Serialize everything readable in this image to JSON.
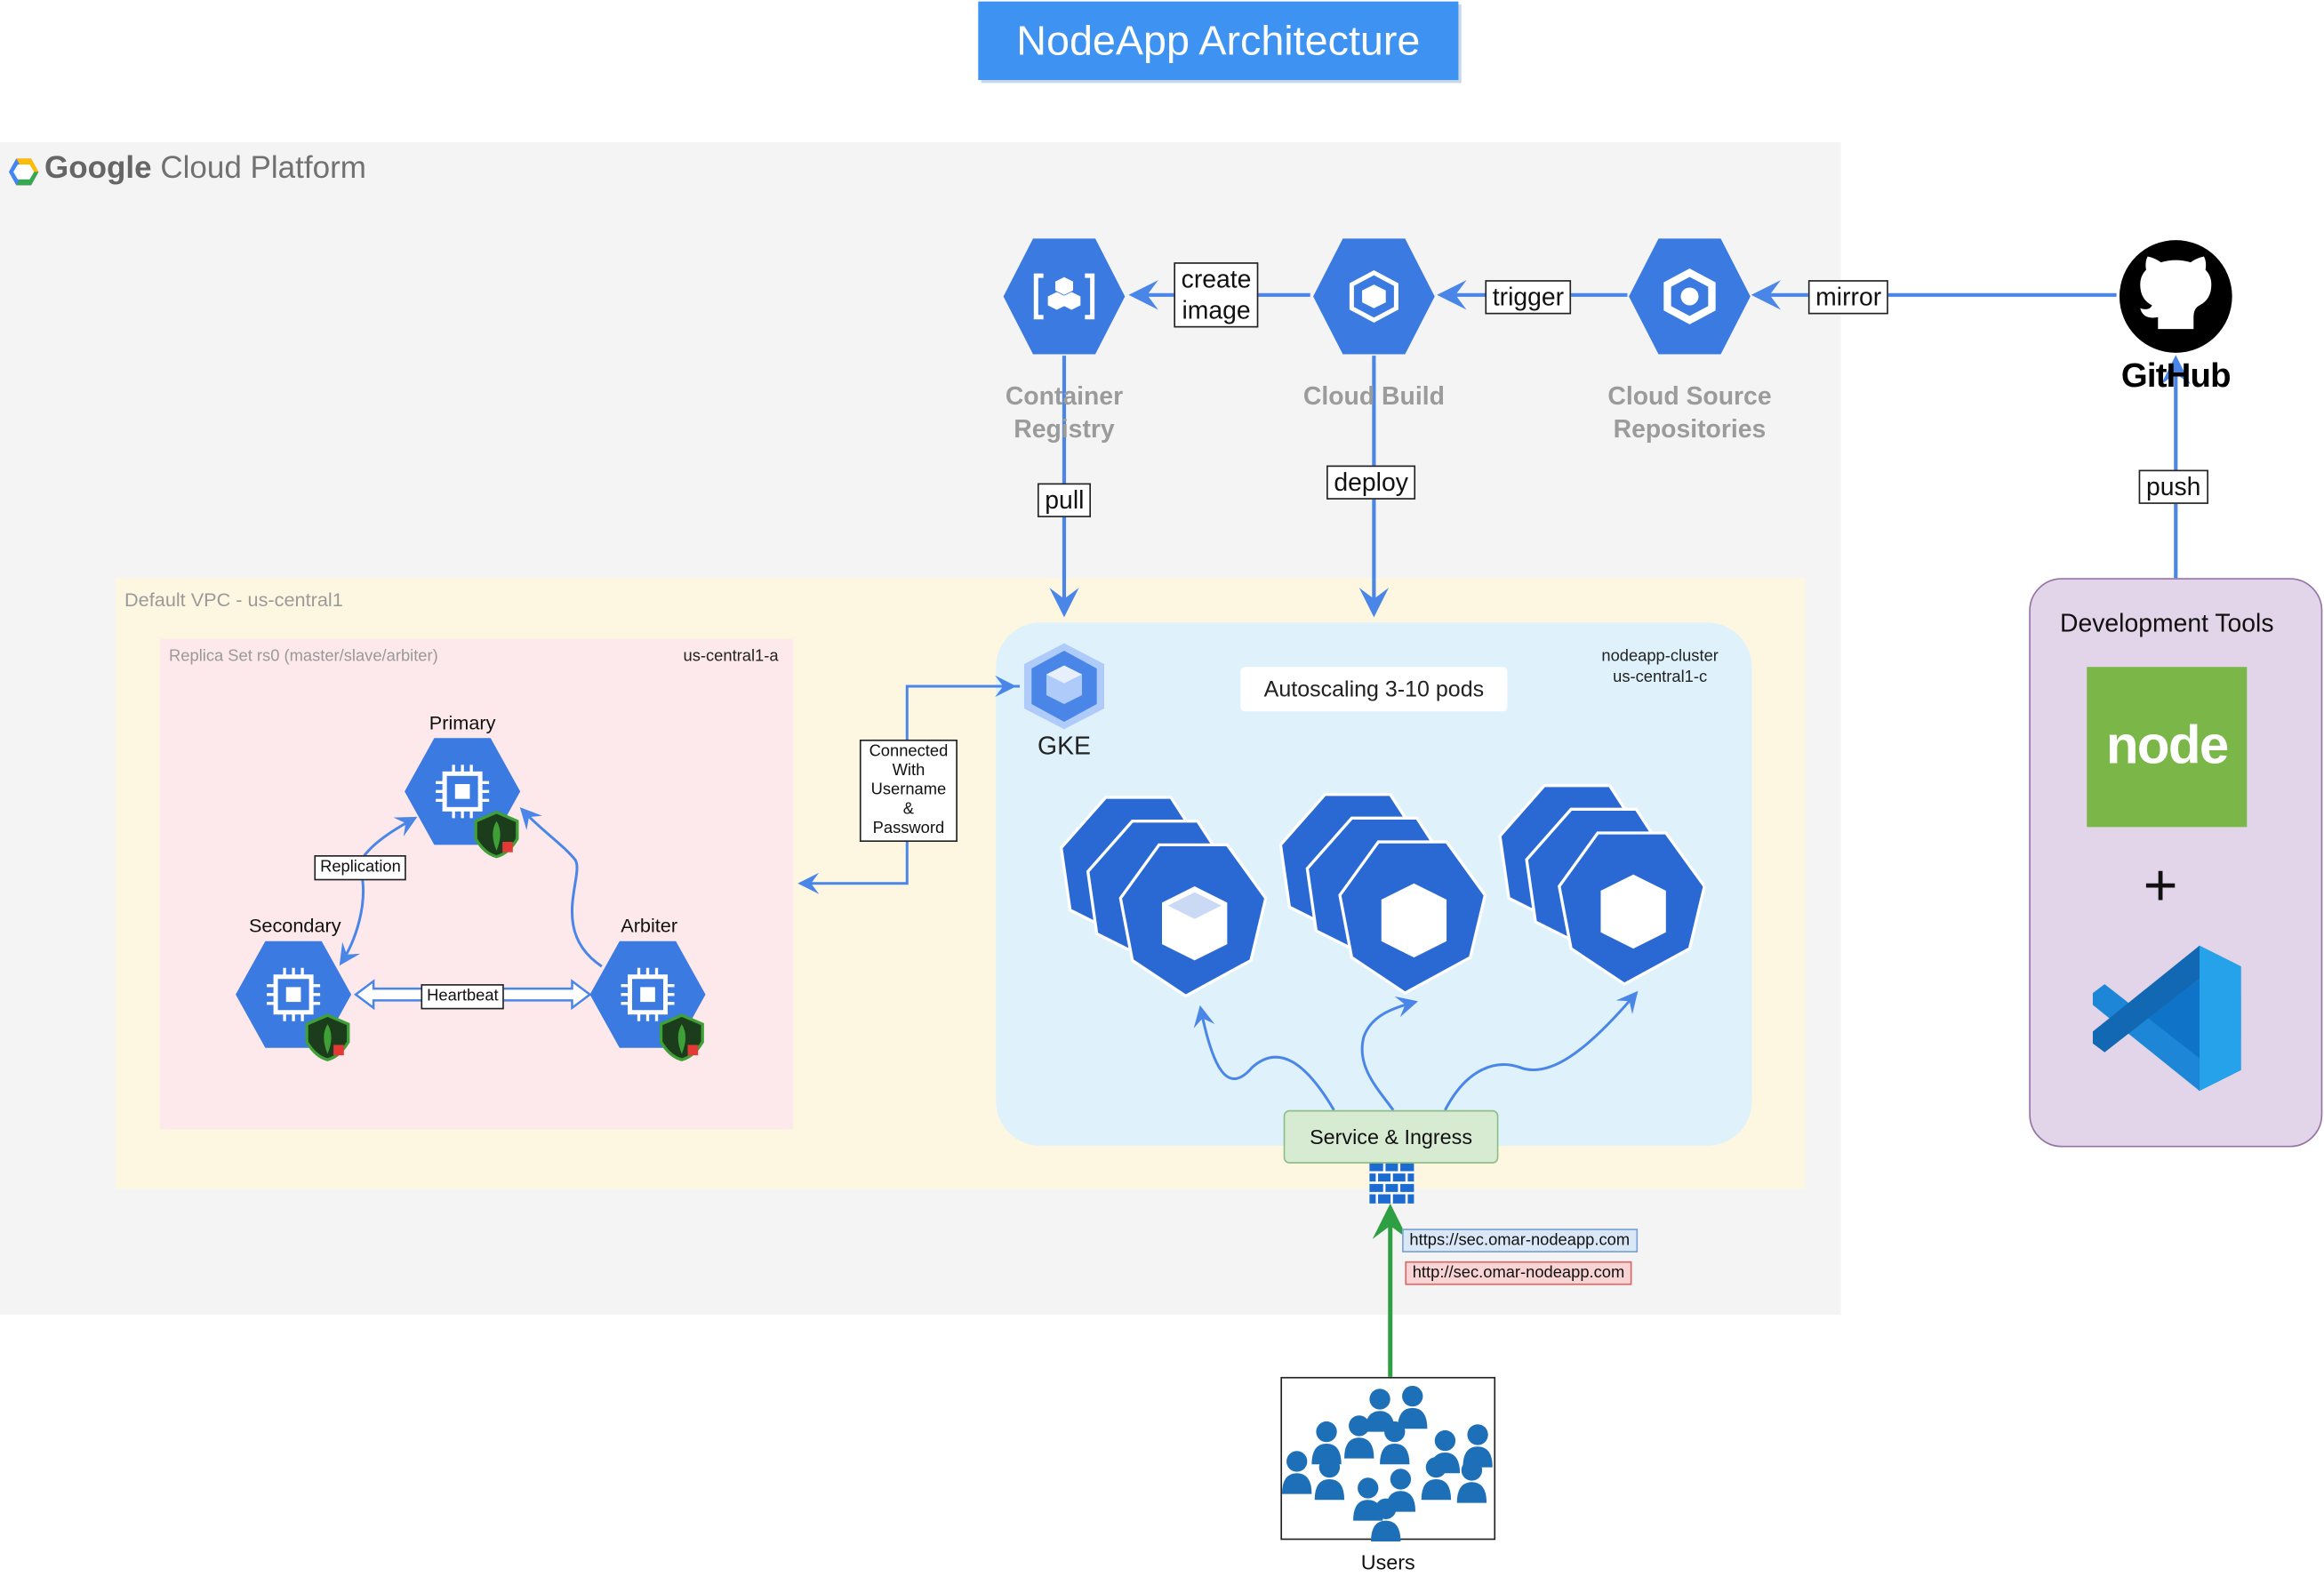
{
  "title": "NodeApp Architecture",
  "platform": {
    "brand": "Google",
    "name": "Cloud Platform"
  },
  "vpc": {
    "label": "Default VPC - us-central1"
  },
  "replica_set": {
    "label": "Replica Set rs0 (master/slave/arbiter)",
    "zone": "us-central1-a",
    "nodes": {
      "primary": "Primary",
      "secondary": "Secondary",
      "arbiter": "Arbiter"
    },
    "edges": {
      "replication": "Replication",
      "heartbeat": "Heartbeat"
    }
  },
  "connection_label": [
    "Connected",
    "With",
    "Username",
    "&",
    "Password"
  ],
  "cluster": {
    "name": "nodeapp-cluster",
    "zone": "us-central1-c",
    "autoscaling": "Autoscaling 3-10 pods",
    "gke_label": "GKE",
    "service": "Service & Ingress"
  },
  "services": {
    "container_registry": [
      "Container",
      "Registry"
    ],
    "cloud_build": [
      "Cloud Build"
    ],
    "source_repos": [
      "Cloud Source",
      "Repositories"
    ]
  },
  "edges": {
    "create_image": [
      "create",
      "image"
    ],
    "trigger": "trigger",
    "mirror": "mirror",
    "pull": "pull",
    "deploy": "deploy",
    "push": "push"
  },
  "github": {
    "label": "GitHub"
  },
  "dev_tools": {
    "label": "Development Tools",
    "plus": "+",
    "node_logo": "node"
  },
  "urls": {
    "https": "https://sec.omar-nodeapp.com",
    "http": "http://sec.omar-nodeapp.com"
  },
  "users": {
    "label": "Users"
  },
  "colors": {
    "accent": "#3e92f2",
    "gcp_blue": "#3b7ae0",
    "arrow": "#4a86e8",
    "ingress_arrow": "#2ea043",
    "mongo_green": "#3fa037"
  }
}
